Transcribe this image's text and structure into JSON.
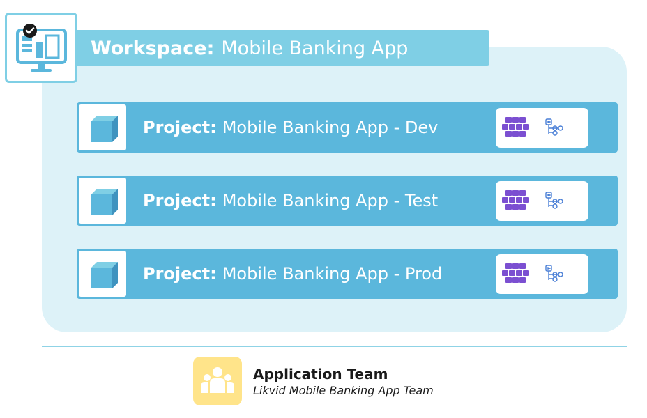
{
  "workspace": {
    "label": "Workspace:",
    "name": "Mobile Banking App"
  },
  "projects": [
    {
      "label": "Project:",
      "name": "Mobile Banking App - Dev"
    },
    {
      "label": "Project:",
      "name": "Mobile Banking App - Test"
    },
    {
      "label": "Project:",
      "name": "Mobile Banking App - Prod"
    }
  ],
  "team": {
    "name": "Application Team",
    "description": "Likvid Mobile Banking App Team"
  },
  "icons": {
    "workspace": "monitor-dashboard-icon",
    "project": "cube-icon",
    "tool_1": "boxes-icon",
    "tool_2": "pipeline-icon",
    "team": "people-group-icon"
  },
  "colors": {
    "workspace_panel": "#ddf2f8",
    "workspace_banner": "#7fcfe5",
    "project_row": "#5bb7dc",
    "team_icon_bg": "#ffe48a",
    "tool_boxes": "#7b4fd1"
  }
}
